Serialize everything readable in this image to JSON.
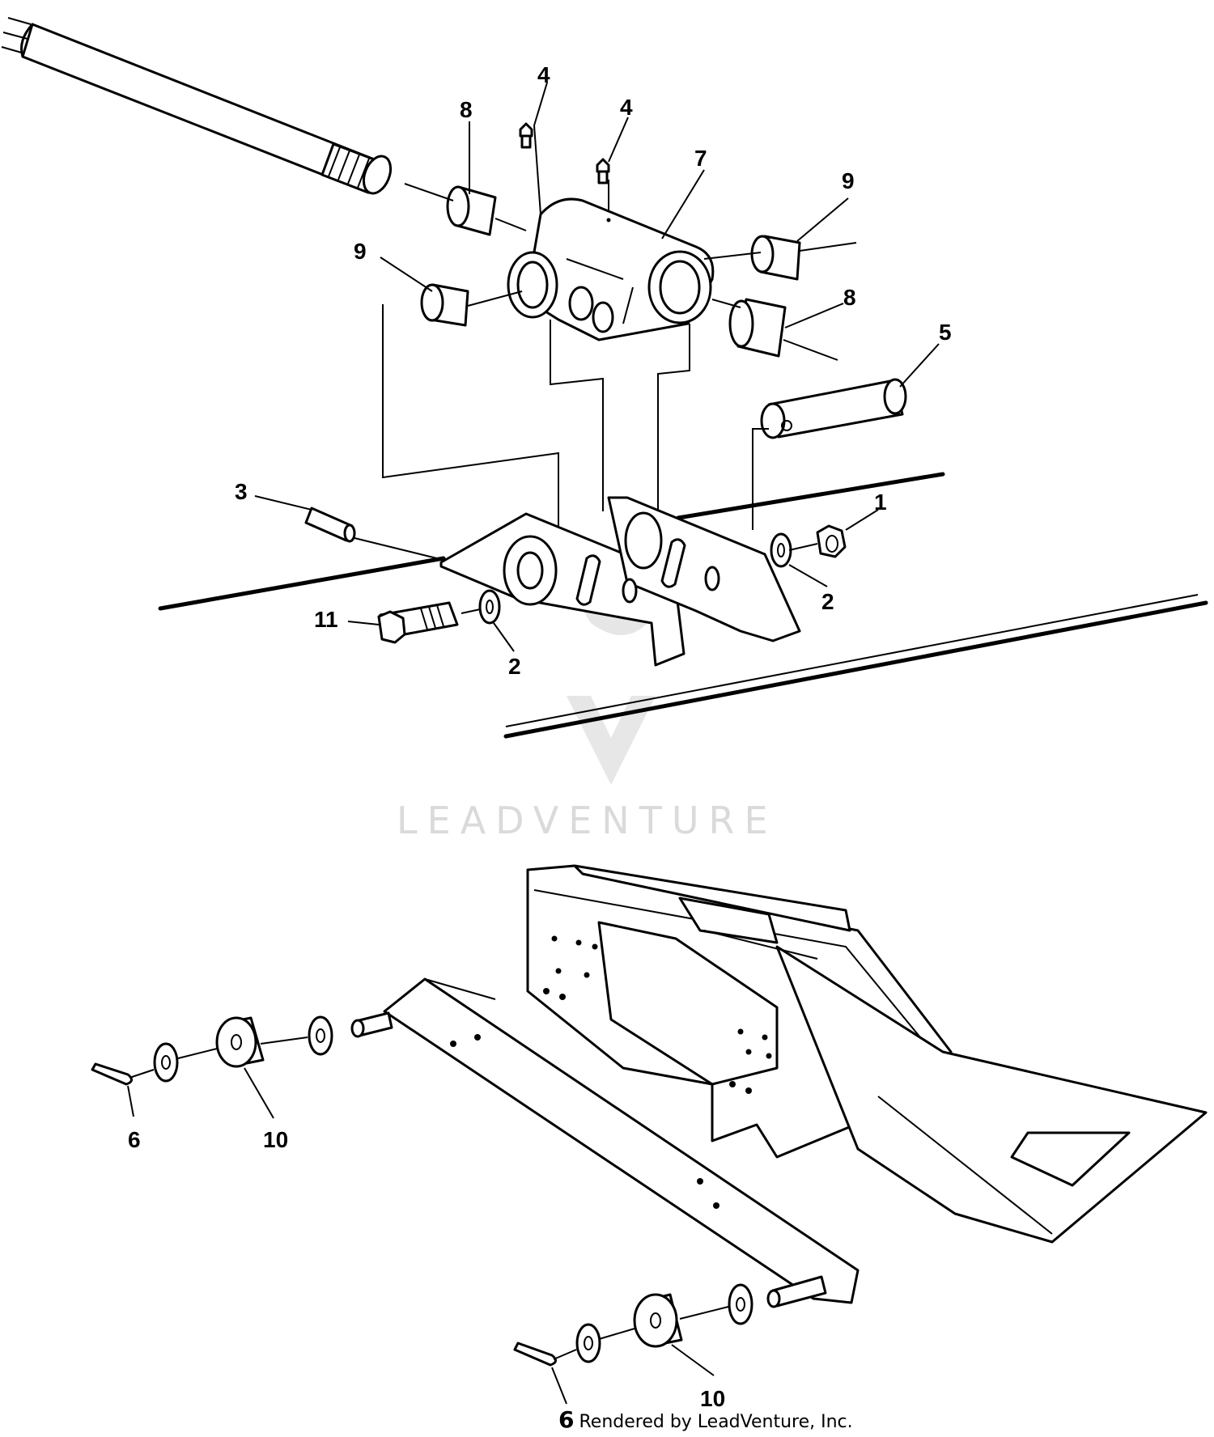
{
  "watermark": {
    "brand": "LEADVENTURE"
  },
  "callouts": [
    {
      "id": "c4a",
      "label": "4"
    },
    {
      "id": "c4b",
      "label": "4"
    },
    {
      "id": "c8a",
      "label": "8"
    },
    {
      "id": "c7",
      "label": "7"
    },
    {
      "id": "c9a",
      "label": "9"
    },
    {
      "id": "c9b",
      "label": "9"
    },
    {
      "id": "c8b",
      "label": "8"
    },
    {
      "id": "c5",
      "label": "5"
    },
    {
      "id": "c3",
      "label": "3"
    },
    {
      "id": "c1",
      "label": "1"
    },
    {
      "id": "c2a",
      "label": "2"
    },
    {
      "id": "c11",
      "label": "11"
    },
    {
      "id": "c2b",
      "label": "2"
    },
    {
      "id": "c6a",
      "label": "6"
    },
    {
      "id": "c10a",
      "label": "10"
    },
    {
      "id": "c10b",
      "label": "10"
    }
  ],
  "footer": {
    "part_number": "6",
    "credit": "Rendered by LeadVenture, Inc."
  }
}
